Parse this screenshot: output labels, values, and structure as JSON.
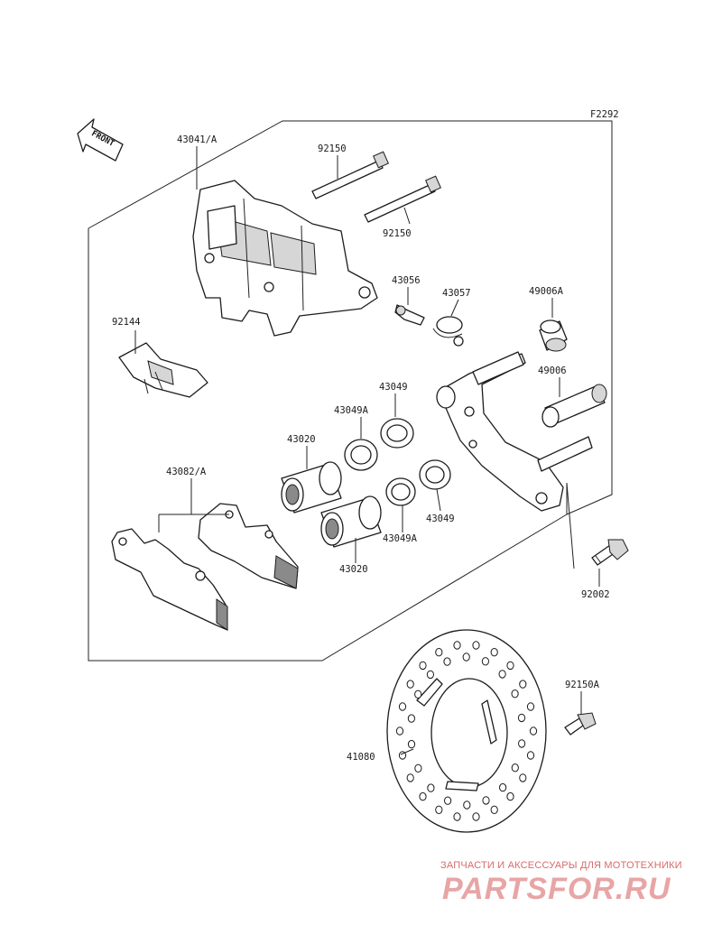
{
  "figure_code": "F2292",
  "front_label": "FRONT",
  "parts": {
    "caliper_assy": "43041/A",
    "pin_upper": "92150",
    "pin_lower": "92150",
    "bleed_valve": "43056",
    "bleed_cap": "43057",
    "boot_a": "49006A",
    "boot": "49006",
    "spring_clip": "92144",
    "seal_top": "43049",
    "seal_a_top": "43049A",
    "piston_top": "43020",
    "pad_set": "43082/A",
    "seal_bottom": "43049",
    "seal_a_bottom": "43049A",
    "piston_bottom": "43020",
    "bolt": "92002",
    "disc_bolt": "92150A",
    "disc": "41080"
  },
  "watermark": {
    "tagline": "ЗАПЧАСТИ И АКСЕССУАРЫ ДЛЯ МОТОТЕХНИКИ",
    "logo": "PARTSFOR.RU"
  }
}
